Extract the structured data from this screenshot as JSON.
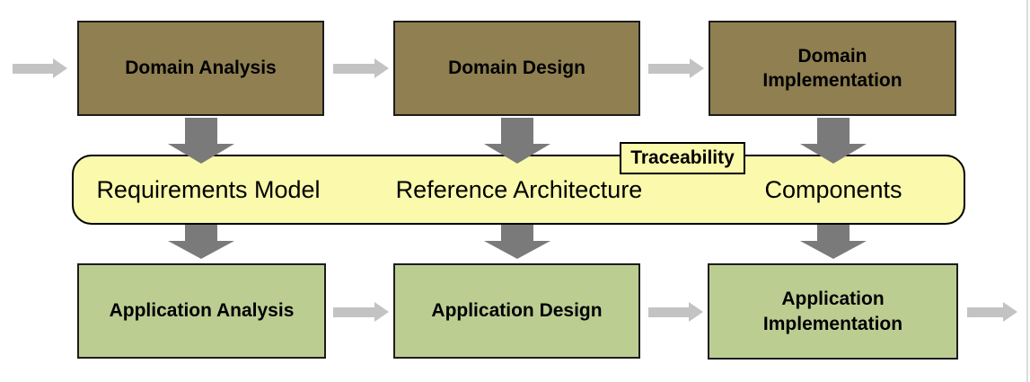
{
  "diagram": {
    "top_row": [
      {
        "label": "Domain Analysis"
      },
      {
        "label": "Domain Design"
      },
      {
        "label": "Domain Implementation"
      }
    ],
    "band": {
      "labels": [
        "Requirements Model",
        "Reference Architecture",
        "Components"
      ],
      "tag": "Traceability"
    },
    "bottom_row": [
      {
        "label": "Application Analysis"
      },
      {
        "label": "Application Design"
      },
      {
        "label": "Application Implementation"
      }
    ],
    "colors": {
      "domain_box": "#8f7f51",
      "application_box": "#bccd92",
      "band": "#faf9ac",
      "arrow_dark": "#7a7a7a",
      "arrow_light": "#c3c3c3",
      "border": "#1c1c1c",
      "page_edge": "#dcdcdc"
    }
  }
}
